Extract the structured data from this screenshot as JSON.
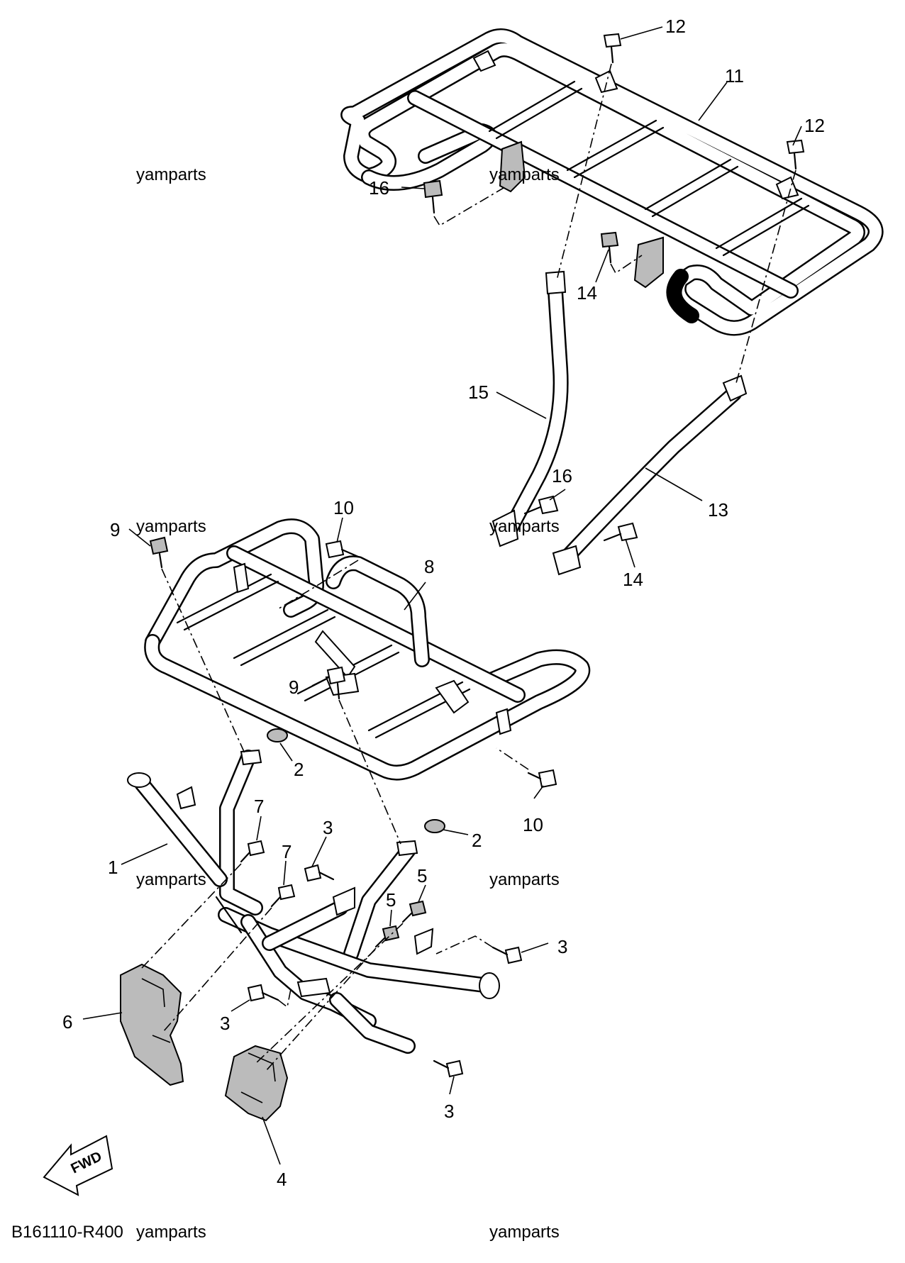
{
  "diagram_code": "B161110-R400",
  "fwd_label": "FWD",
  "watermark": "yamparts",
  "callouts": {
    "c1": "1",
    "c2a": "2",
    "c2b": "2",
    "c3a": "3",
    "c3b": "3",
    "c3c": "3",
    "c3d": "3",
    "c4": "4",
    "c5a": "5",
    "c5b": "5",
    "c6": "6",
    "c7a": "7",
    "c7b": "7",
    "c8": "8",
    "c9a": "9",
    "c9b": "9",
    "c10a": "10",
    "c10b": "10",
    "c11": "11",
    "c12a": "12",
    "c12b": "12",
    "c13": "13",
    "c14a": "14",
    "c14b": "14",
    "c15": "15",
    "c16a": "16",
    "c16b": "16"
  }
}
